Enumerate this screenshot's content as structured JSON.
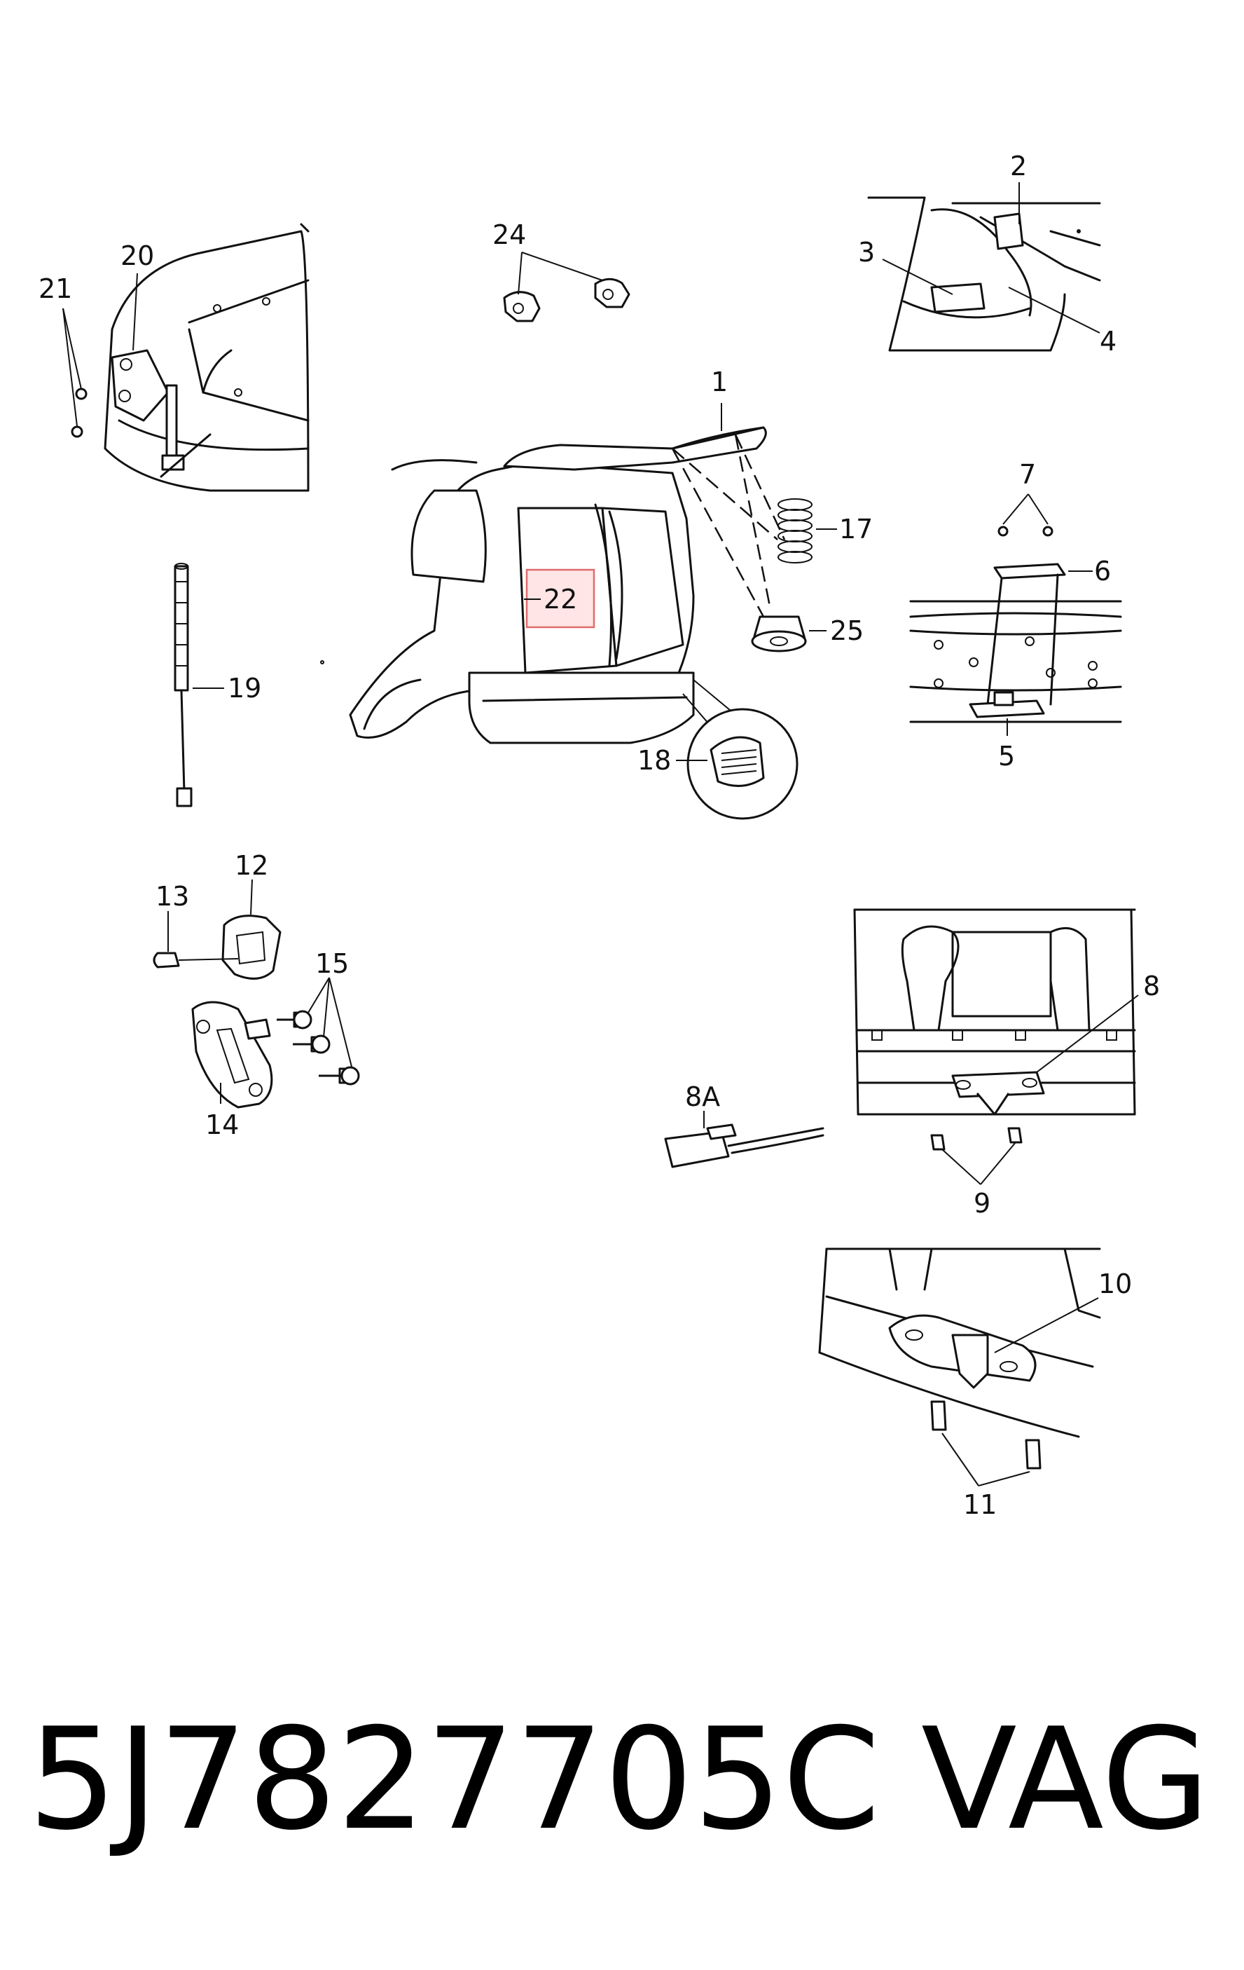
{
  "callouts": {
    "c1": "1",
    "c2": "2",
    "c3": "3",
    "c4": "4",
    "c5": "5",
    "c6": "6",
    "c7": "7",
    "c8": "8",
    "c8a": "8A",
    "c9": "9",
    "c10": "10",
    "c11": "11",
    "c12": "12",
    "c13": "13",
    "c14": "14",
    "c15": "15",
    "c17": "17",
    "c18": "18",
    "c19": "19",
    "c20": "20",
    "c21": "21",
    "c22": "22",
    "c24": "24",
    "c25": "25"
  },
  "highlighted_callout": "22",
  "highlight_color": "#e06b6b",
  "footer": {
    "part_number": "5J7827705C",
    "brand": "VAG"
  }
}
